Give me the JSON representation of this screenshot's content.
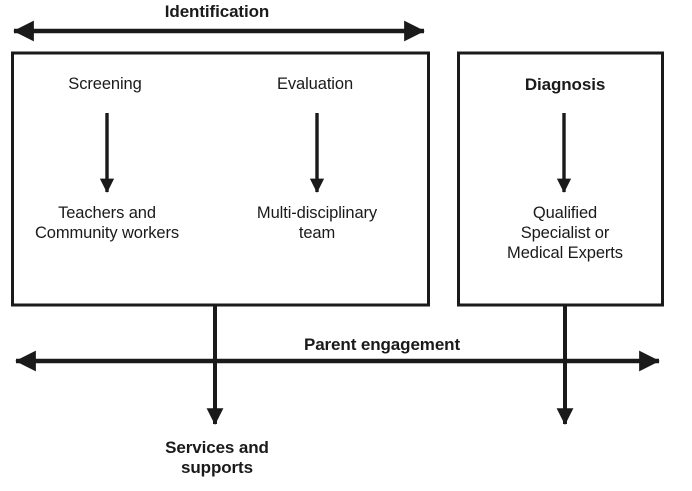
{
  "figure": {
    "title": "Identification, Diagnosis and Services pathway",
    "background_color": "#ffffff",
    "ink_color": "#1a1a1a",
    "labels": {
      "identification": "Identification",
      "screening": "Screening",
      "evaluation": "Evaluation",
      "diagnosis": "Diagnosis",
      "teachers_community": "Teachers and\nCommunity workers",
      "multidisciplinary_team": "Multi-disciplinary\nteam",
      "qualified_specialist": "Qualified\nSpecialist or\nMedical Experts",
      "parent_engagement": "Parent engagement",
      "services_supports": "Services and\nsupports"
    },
    "boxes": [
      {
        "name": "identification-box",
        "label_refs": [
          "screening",
          "evaluation",
          "teachers_community",
          "multidisciplinary_team"
        ]
      },
      {
        "name": "diagnosis-box",
        "label_refs": [
          "diagnosis",
          "qualified_specialist"
        ]
      }
    ],
    "connectors": [
      {
        "name": "identification-span-arrow",
        "style": "double-headed-horizontal",
        "label": "Identification"
      },
      {
        "name": "screening-down-arrow",
        "style": "single-headed-down",
        "from": "Screening",
        "to": "Teachers and Community workers"
      },
      {
        "name": "evaluation-down-arrow",
        "style": "single-headed-down",
        "from": "Evaluation",
        "to": "Multi-disciplinary team"
      },
      {
        "name": "diagnosis-down-arrow",
        "style": "single-headed-down",
        "from": "Diagnosis",
        "to": "Qualified Specialist or Medical Experts"
      },
      {
        "name": "parent-engagement-arrow",
        "style": "double-headed-horizontal",
        "label": "Parent engagement"
      },
      {
        "name": "identification-to-services-arrow",
        "style": "single-headed-down",
        "from": "Identification box",
        "to": "Services and supports"
      },
      {
        "name": "diagnosis-to-services-arrow",
        "style": "single-headed-down",
        "from": "Diagnosis box",
        "to": "(below parent engagement)"
      }
    ]
  }
}
